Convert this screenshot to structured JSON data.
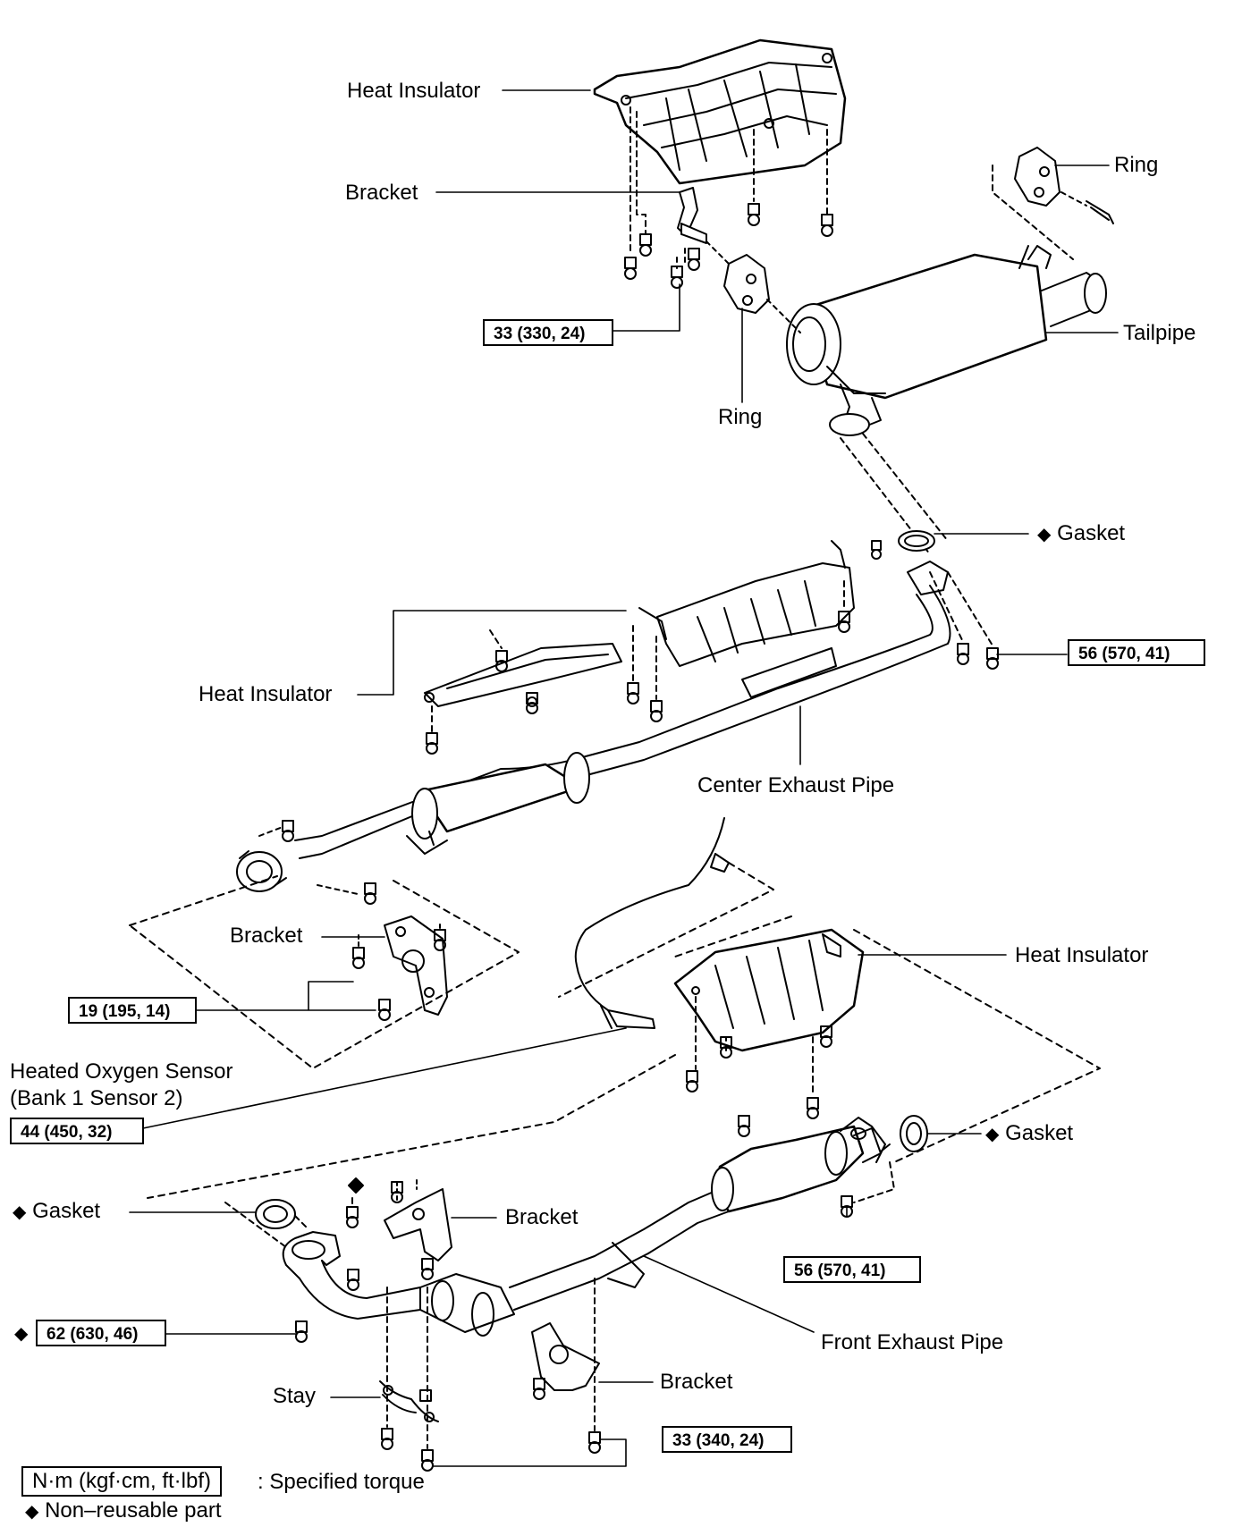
{
  "labels": {
    "heat_insulator_top": "Heat Insulator",
    "bracket_top": "Bracket",
    "ring_right": "Ring",
    "tailpipe": "Tailpipe",
    "ring_mid": "Ring",
    "gasket_mid": "Gasket",
    "heat_insulator_mid": "Heat Insulator",
    "center_exhaust_pipe": "Center Exhaust Pipe",
    "bracket_mid": "Bracket",
    "heat_insulator_low": "Heat Insulator",
    "heated_oxygen_sensor_line1": "Heated Oxygen Sensor",
    "heated_oxygen_sensor_line2": "(Bank 1 Sensor 2)",
    "gasket_right_low": "Gasket",
    "gasket_left_low": "Gasket",
    "bracket_low": "Bracket",
    "front_exhaust_pipe": "Front Exhaust Pipe",
    "stay": "Stay",
    "bracket_bottom": "Bracket"
  },
  "torques": {
    "t_33_330_24": "33 (330, 24)",
    "t_56_570_41_a": "56 (570, 41)",
    "t_19_195_14": "19 (195, 14)",
    "t_44_450_32": "44 (450, 32)",
    "t_56_570_41_b": "56 (570, 41)",
    "t_62_630_46": "62 (630, 46)",
    "t_33_340_24": "33 (340, 24)"
  },
  "legend": {
    "unit_box": "N·m (kgf·cm, ft·lbf)",
    "unit_text": ": Specified torque",
    "nonreusable_text": "Non–reusable part"
  },
  "symbols": {
    "diamond": "◆"
  }
}
